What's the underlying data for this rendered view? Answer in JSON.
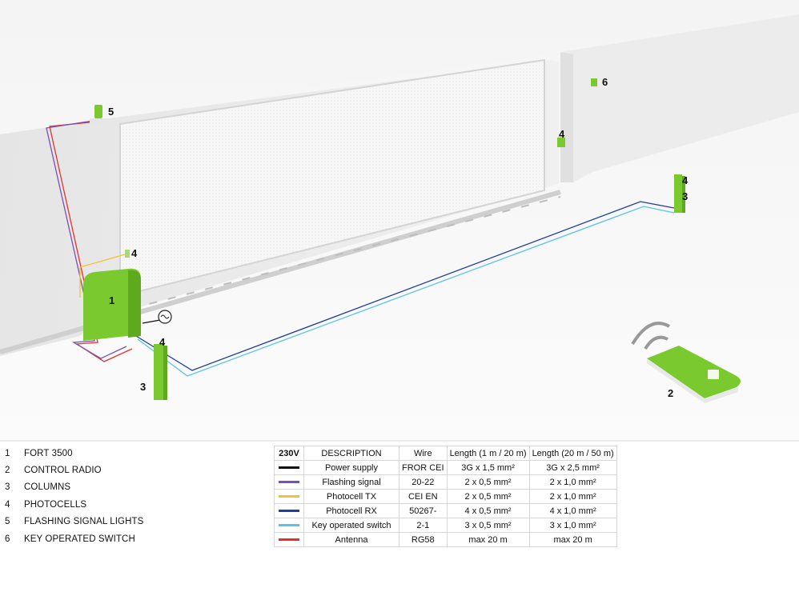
{
  "diagram": {
    "callouts": {
      "operator": "1",
      "remote": "2",
      "column_left": "3",
      "column_right": "3",
      "photocell_left_wall": "4",
      "photocell_left_column": "4",
      "photocell_right_wall": "4",
      "photocell_right_column": "4",
      "flashing_light": "5",
      "key_switch": "6"
    },
    "colors": {
      "device_green": "#7ac92e",
      "wire_black": "#111111",
      "wire_purple": "#7b4fb3",
      "wire_yellow": "#f2c230",
      "wire_blue": "#1f3f9e",
      "wire_cyan": "#5bc3ea",
      "wire_red": "#e0342b"
    }
  },
  "legend": {
    "items": [
      {
        "num": "1",
        "label": "FORT 3500"
      },
      {
        "num": "2",
        "label": "CONTROL RADIO"
      },
      {
        "num": "3",
        "label": "COLUMNS"
      },
      {
        "num": "4",
        "label": "PHOTOCELLS"
      },
      {
        "num": "5",
        "label": "FLASHING SIGNAL LIGHTS"
      },
      {
        "num": "6",
        "label": "KEY OPERATED SWITCH"
      }
    ]
  },
  "table": {
    "headers": [
      "230V",
      "DESCRIPTION",
      "Wire",
      "Length (1 m / 20 m)",
      "Length (20 m / 50 m)"
    ],
    "rows": [
      {
        "color": "#111111",
        "description": "Power supply",
        "wire": "FROR CEI",
        "len1": "3G x 1,5 mm²",
        "len2": "3G x 2,5 mm²"
      },
      {
        "color": "#7b4fb3",
        "description": "Flashing signal",
        "wire": "20-22",
        "len1": "2 x 0,5 mm²",
        "len2": "2 x 1,0 mm²"
      },
      {
        "color": "#f2c230",
        "description": "Photocell TX",
        "wire": "CEI EN",
        "len1": "2 x 0,5 mm²",
        "len2": "2 x 1,0 mm²"
      },
      {
        "color": "#1f3f9e",
        "description": "Photocell RX",
        "wire": "50267-",
        "len1": "4 x 0,5 mm²",
        "len2": "4 x 1,0 mm²"
      },
      {
        "color": "#5bc3ea",
        "description": "Key operated switch",
        "wire": "2-1",
        "len1": "3 x 0,5 mm²",
        "len2": "3 x 1,0 mm²"
      },
      {
        "color": "#e0342b",
        "description": "Antenna",
        "wire": "RG58",
        "len1": "max 20 m",
        "len2": "max 20 m"
      }
    ]
  }
}
